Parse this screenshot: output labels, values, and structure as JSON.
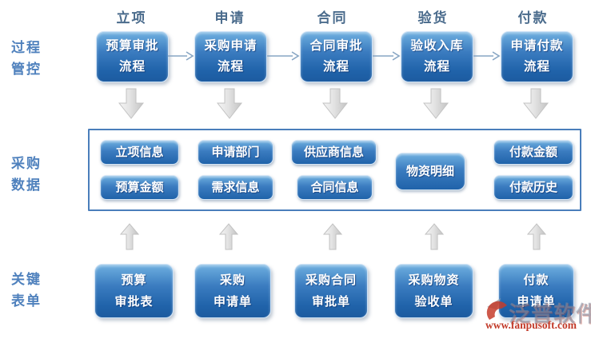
{
  "labels": {
    "process_control": "过程\n管控",
    "purchase_data": "采购\n数据",
    "key_forms": "关键\n表单"
  },
  "columns": [
    {
      "header": "立项",
      "process": "预算审批\n流程",
      "data": [
        "立项信息",
        "预算金额"
      ],
      "form": "预算\n审批表"
    },
    {
      "header": "申请",
      "process": "采购申请\n流程",
      "data": [
        "申请部门",
        "需求信息"
      ],
      "form": "采购\n申请单"
    },
    {
      "header": "合同",
      "process": "合同审批\n流程",
      "data": [
        "供应商信息",
        "合同信息"
      ],
      "form": "采购合同\n审批单"
    },
    {
      "header": "验货",
      "process": "验收入库\n流程",
      "data": [
        "物资明细"
      ],
      "form": "采购物资\n验收单"
    },
    {
      "header": "付款",
      "process": "申请付款\n流程",
      "data": [
        "付款金额",
        "付款历史"
      ],
      "form": "付款\n申请单"
    }
  ],
  "watermark": {
    "brand": "泛普软件",
    "url": "www.fanpusoft.com"
  },
  "colors": {
    "box_top": "#6fb0e0",
    "box_bottom": "#1c5ba0",
    "container_border": "#4a7ebb",
    "row_label": "#4f81bd",
    "col_header": "#4a6b8c",
    "flow_arrow": "#87a5c3",
    "block_arrow": "#d9d9d9",
    "watermark_red": "#c23b2a"
  }
}
